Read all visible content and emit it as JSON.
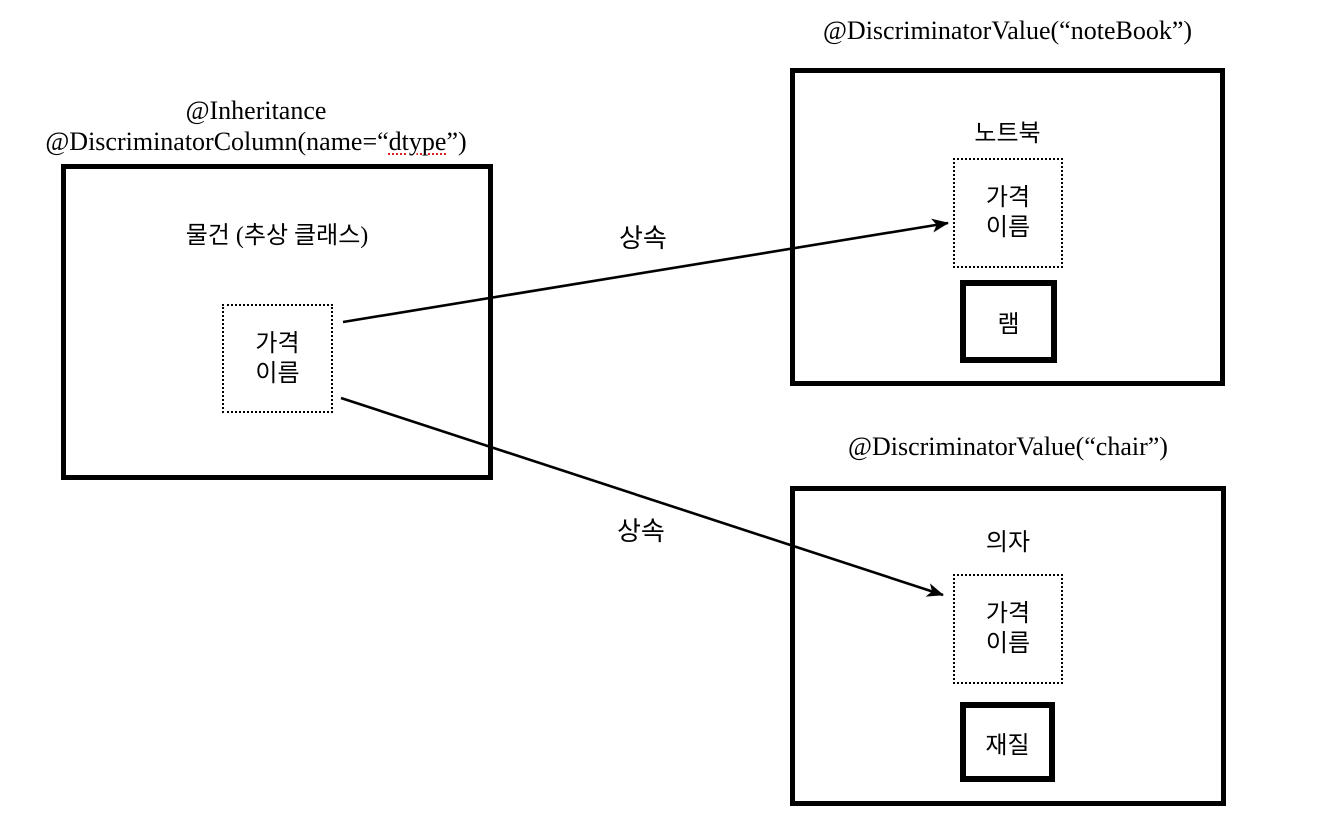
{
  "page": {
    "background_color": "#ffffff",
    "ink_color": "#000000",
    "squiggle_color": "#dd2222"
  },
  "parent": {
    "annotation_line1": "@Inheritance",
    "annotation_line2_prefix": "@DiscriminatorColumn(name=“",
    "annotation_line2_misspelled": "dtype",
    "annotation_line2_suffix": "”)",
    "title": "물건 (추상 클래스)",
    "inherited_fields": [
      "가격",
      "이름"
    ]
  },
  "notebook": {
    "annotation": "@DiscriminatorValue(“noteBook”)",
    "title": "노트북",
    "inherited_fields": [
      "가격",
      "이름"
    ],
    "own_field": "램"
  },
  "chair": {
    "annotation": "@DiscriminatorValue(“chair”)",
    "title": "의자",
    "inherited_fields": [
      "가격",
      "이름"
    ],
    "own_field": "재질"
  },
  "arrows": [
    {
      "label": "상속"
    },
    {
      "label": "상속"
    }
  ]
}
